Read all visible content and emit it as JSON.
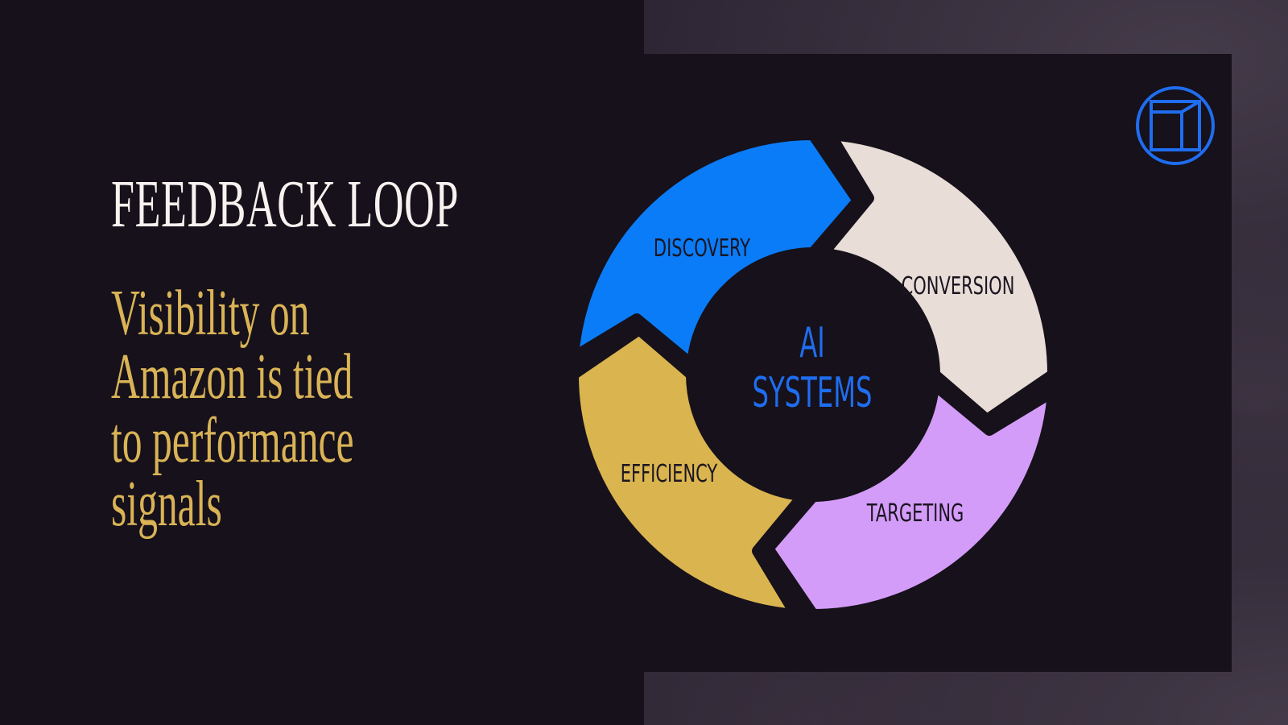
{
  "slide": {
    "title": "FEEDBACK LOOP",
    "subtitle": "Visibility on Amazon is tied to performance signals"
  },
  "diagram": {
    "center_lines": [
      "AI",
      "SYSTEMS"
    ],
    "segments": [
      {
        "label": "DISCOVERY",
        "color": "#0a7cf7"
      },
      {
        "label": "CONVERSION",
        "color": "#e8ddd7"
      },
      {
        "label": "TARGETING",
        "color": "#d49cf9"
      },
      {
        "label": "EFFICIENCY",
        "color": "#d9b44f"
      }
    ]
  },
  "colors": {
    "background": "#16111a",
    "title": "#f7f2ef",
    "subtitle": "#d9b356",
    "accent": "#1f6df0"
  },
  "logo": {
    "icon": "cube-outline-icon"
  }
}
